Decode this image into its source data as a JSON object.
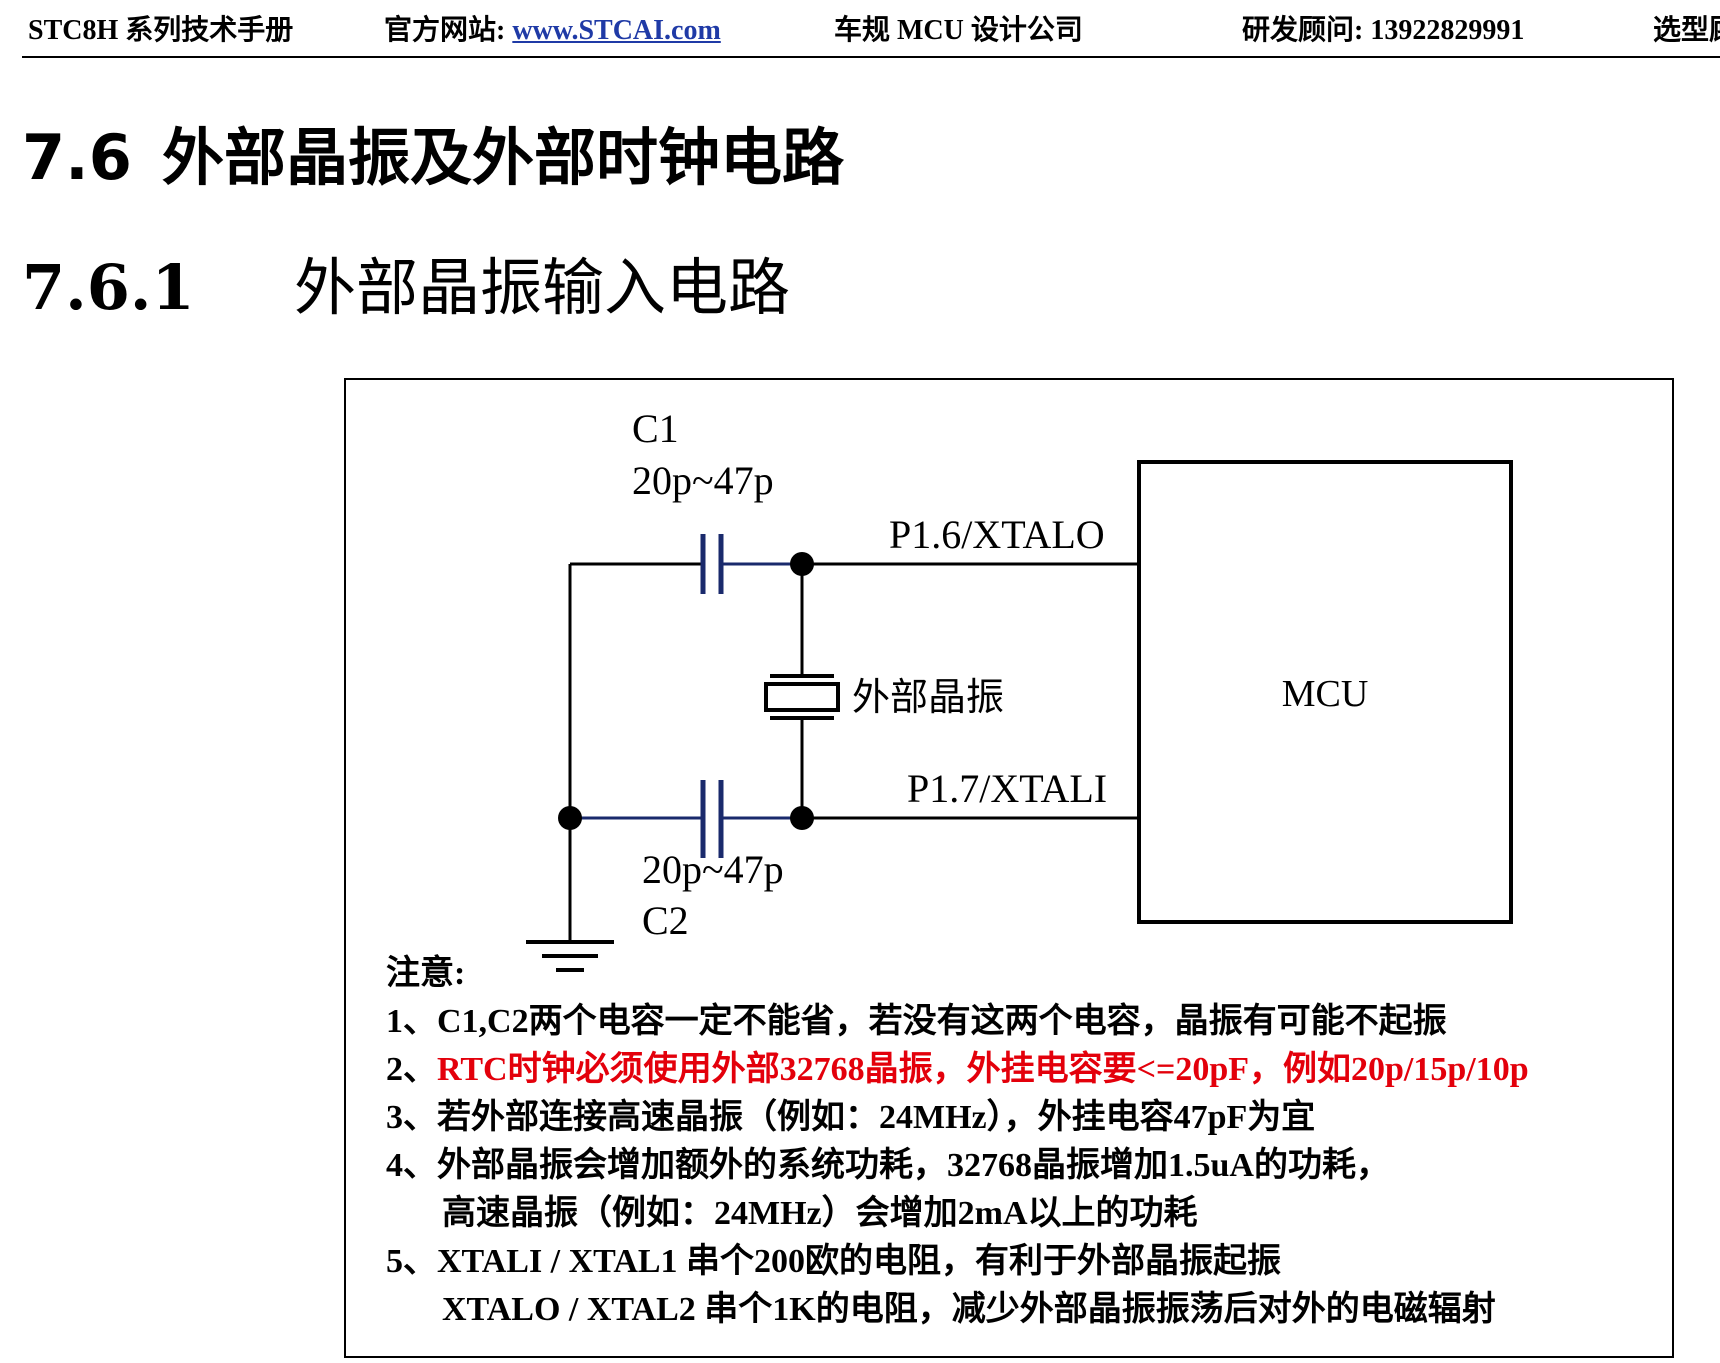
{
  "header": {
    "manual": "STC8H 系列技术手册",
    "site_label": "官方网站: ",
    "site_link": "www.STCAI.com",
    "company": "车规 MCU 设计公司",
    "consultant": "研发顾问: 13922829991",
    "select": "选型顾"
  },
  "section": {
    "number": "7.6",
    "title": "外部晶振及外部时钟电路"
  },
  "subsection": {
    "number": "7.6.1",
    "title": "外部晶振输入电路"
  },
  "circuit": {
    "c1_name": "C1",
    "c1_value": "20p~47p",
    "c2_value": "20p~47p",
    "c2_name": "C2",
    "pin_xtalo": "P1.6/XTALO",
    "pin_xtali": "P1.7/XTALI",
    "crystal_label": "外部晶振",
    "mcu_label": "MCU",
    "line_color": "#000000",
    "cap_color": "#1a2a6c"
  },
  "notes": {
    "title": "注意:",
    "n1": "1、C1,C2两个电容一定不能省，若没有这两个电容，晶振有可能不起振",
    "n2_prefix": "2、",
    "n2_red": "RTC时钟必须使用外部32768晶振，外挂电容要<=20pF，例如20p/15p/10p",
    "n3": "3、若外部连接高速晶振（例如：24MHz），外挂电容47pF为宜",
    "n4_line1": "4、外部晶振会增加额外的系统功耗，32768晶振增加1.5uA的功耗，",
    "n4_line2": "高速晶振（例如：24MHz）会增加2mA以上的功耗",
    "n5_line1": "5、XTALI / XTAL1 串个200欧的电阻，有利于外部晶振起振",
    "n5_line2": "XTALO / XTAL2 串个1K的电阻，减少外部晶振振荡后对外的电磁辐射",
    "red_color": "#e3000b"
  }
}
